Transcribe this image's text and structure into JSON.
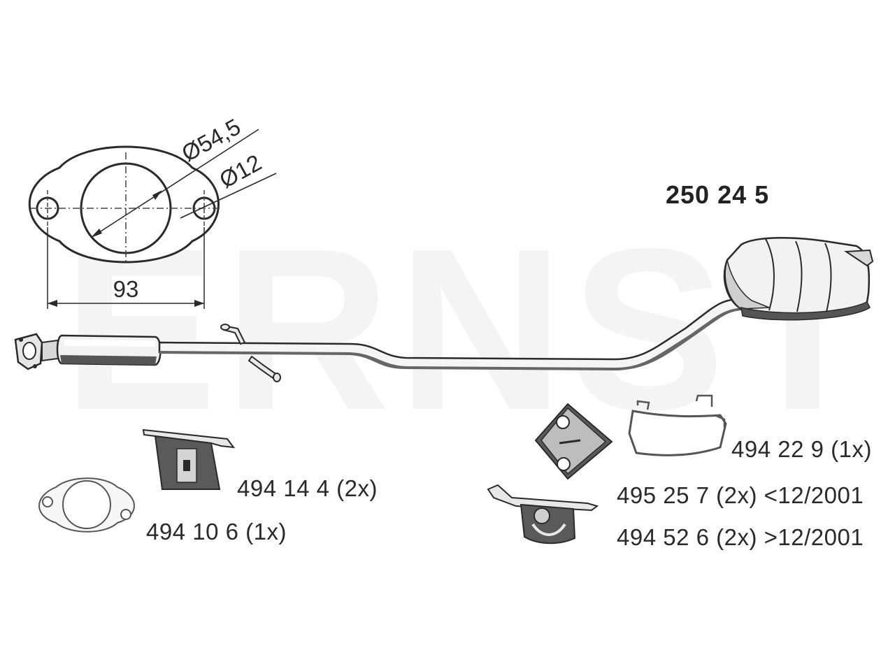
{
  "main_part": {
    "number": "250 24 5"
  },
  "watermark": {
    "text": "ERNST"
  },
  "flange": {
    "diameter_label": "Ø54,5",
    "bolt_hole_label": "Ø12",
    "bolt_spacing_label": "93"
  },
  "parts": [
    {
      "label": "494 14 4 (2x)"
    },
    {
      "label": "494 10 6  (1x)"
    },
    {
      "label": "494 22 9 (1x)"
    },
    {
      "label": "495 25 7 (2x) <12/2001"
    },
    {
      "label": "494 52 6 (2x) >12/2001"
    }
  ],
  "colors": {
    "line": "#2a2a2a",
    "fill_light": "#f2f2f2",
    "fill_mid": "#cfcfcf",
    "fill_dark": "#555555",
    "watermark": "#f3f3f3"
  }
}
